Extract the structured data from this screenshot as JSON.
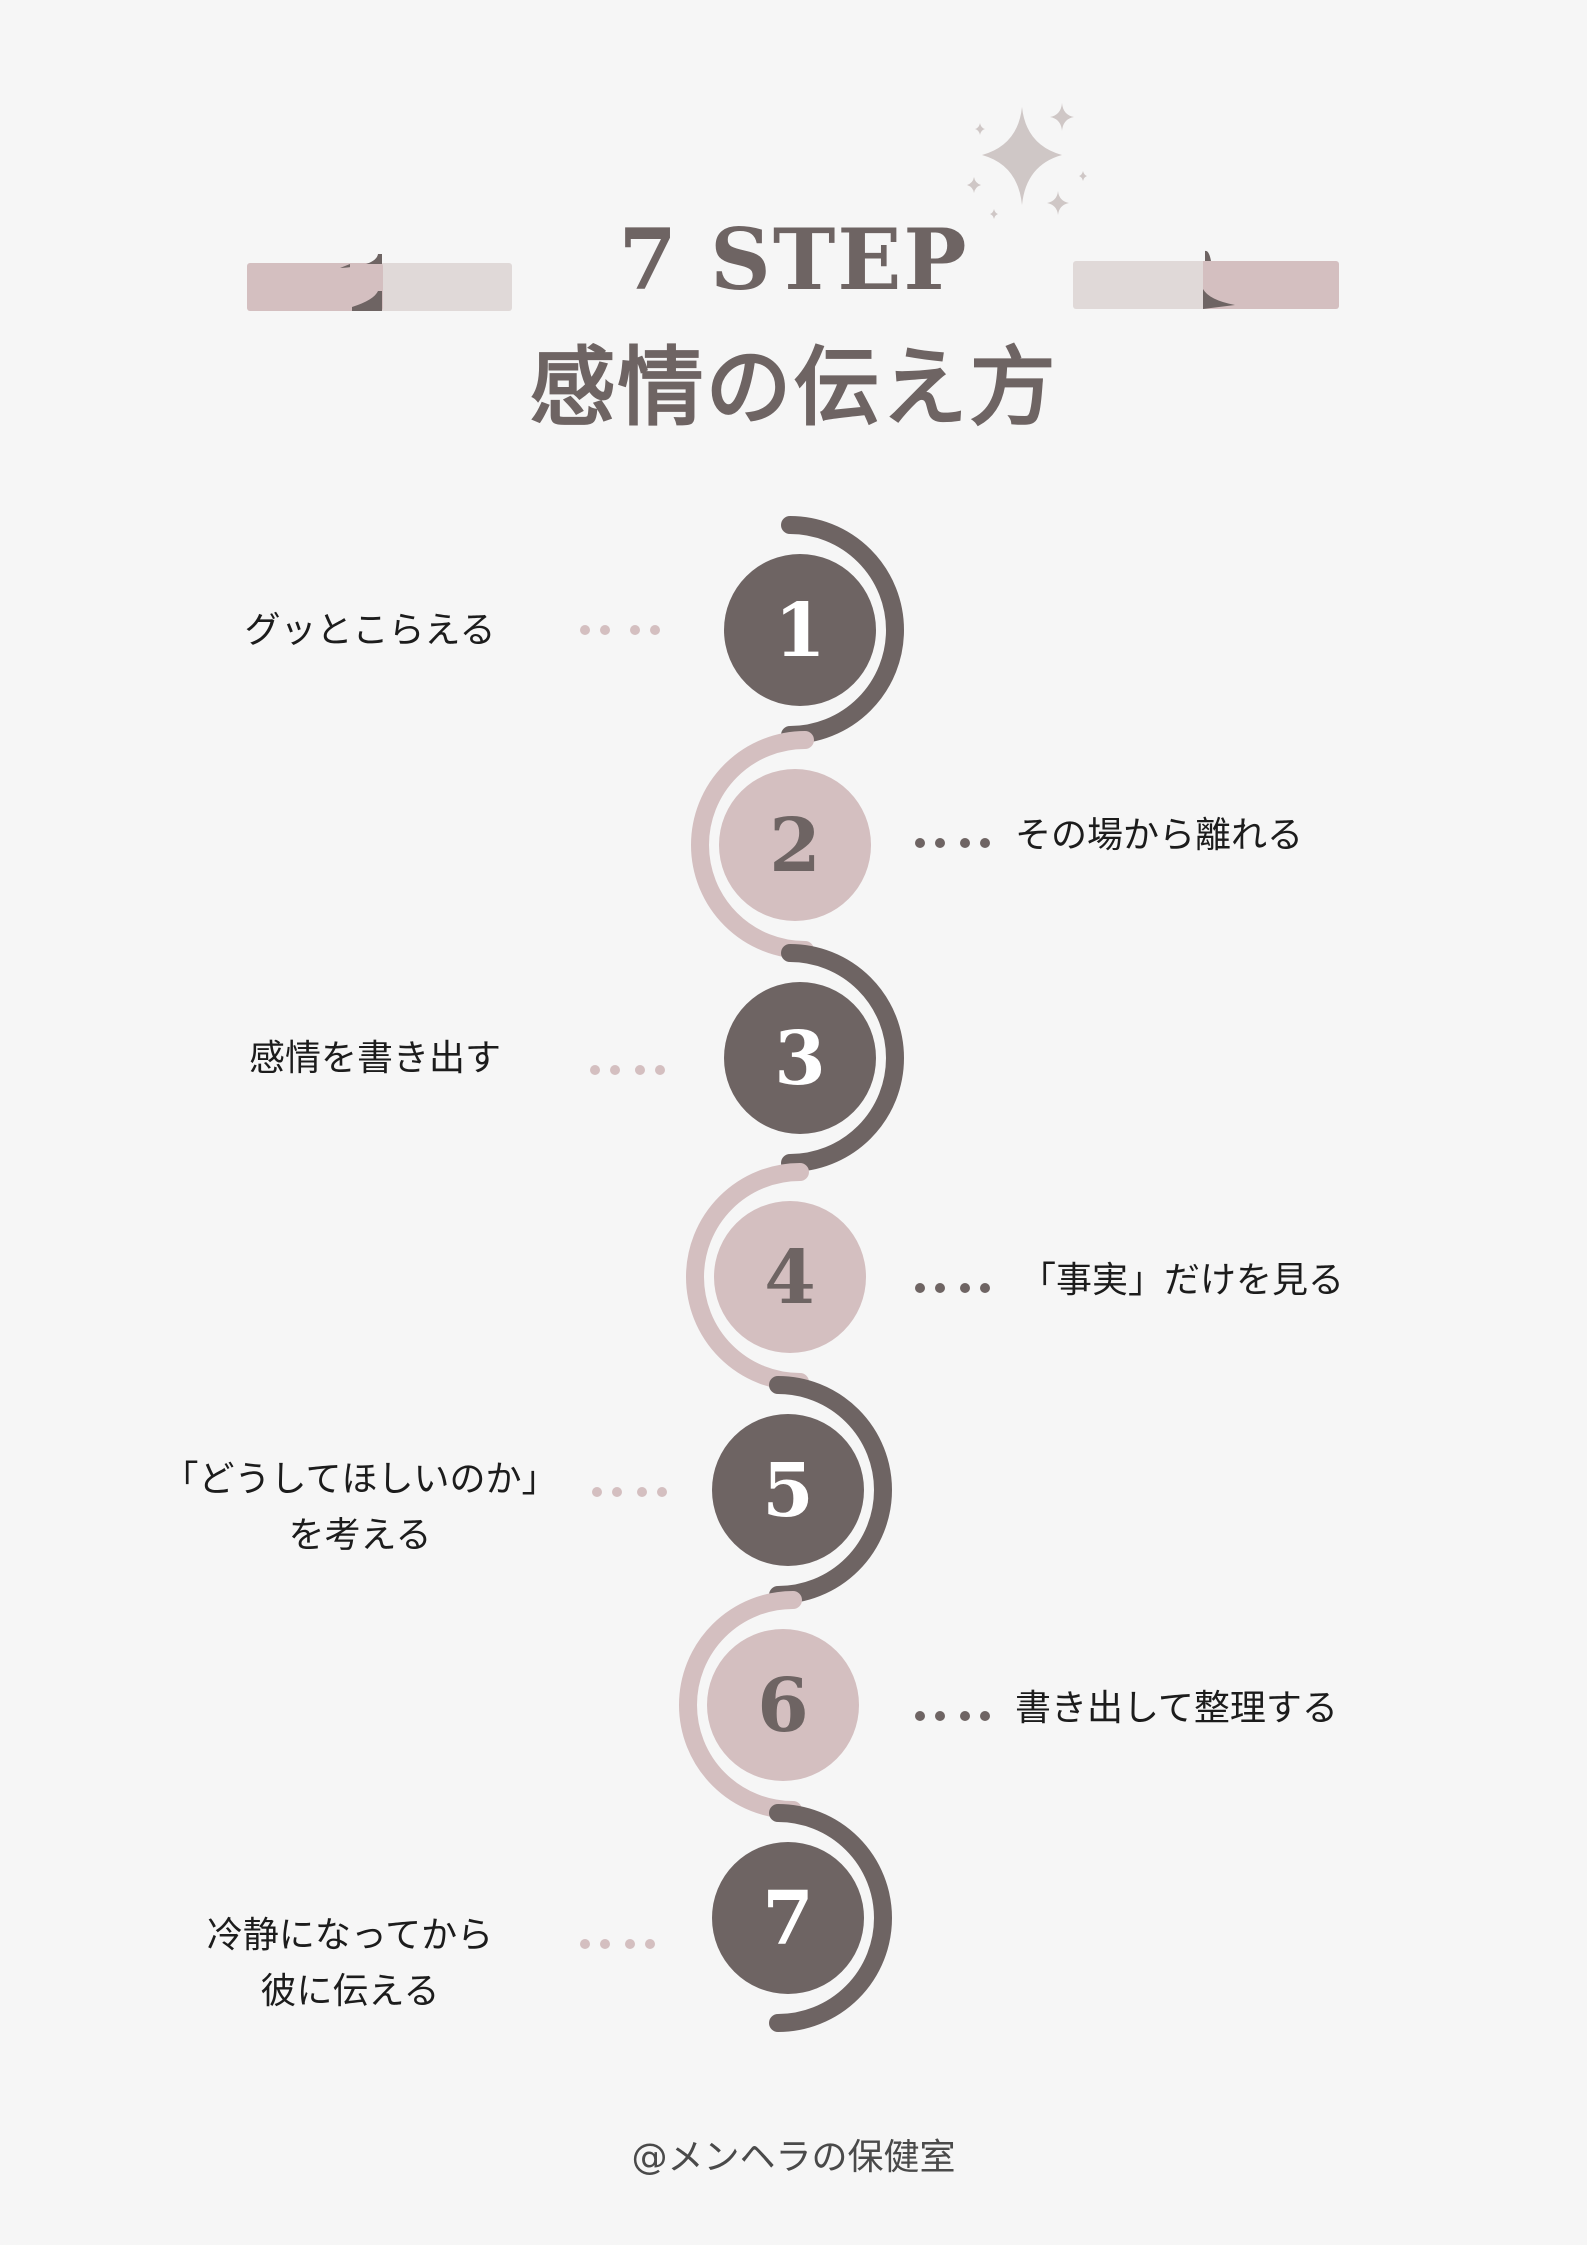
{
  "colors": {
    "dark": "#6e6463",
    "pink": "#d4bfc0",
    "pale": "#e0d9d8",
    "background": "#f6f6f6",
    "sparkle": "#cfc7c6"
  },
  "header": {
    "title_en": "7 STEP",
    "title_jp": "感情の伝え方"
  },
  "steps": [
    {
      "number": "1",
      "label": "グッとこらえる",
      "tone": "dark"
    },
    {
      "number": "2",
      "label": "その場から離れる",
      "tone": "pink"
    },
    {
      "number": "3",
      "label": "感情を書き出す",
      "tone": "dark"
    },
    {
      "number": "4",
      "label": "「事実」だけを見る",
      "tone": "pink"
    },
    {
      "number": "5",
      "label": "「どうしてほしいのか」\nを考える",
      "tone": "dark"
    },
    {
      "number": "6",
      "label": "書き出して整理する",
      "tone": "pink"
    },
    {
      "number": "7",
      "label": "冷静になってから\n彼に伝える",
      "tone": "dark"
    }
  ],
  "footer": {
    "handle": "@メンヘラの保健室"
  }
}
